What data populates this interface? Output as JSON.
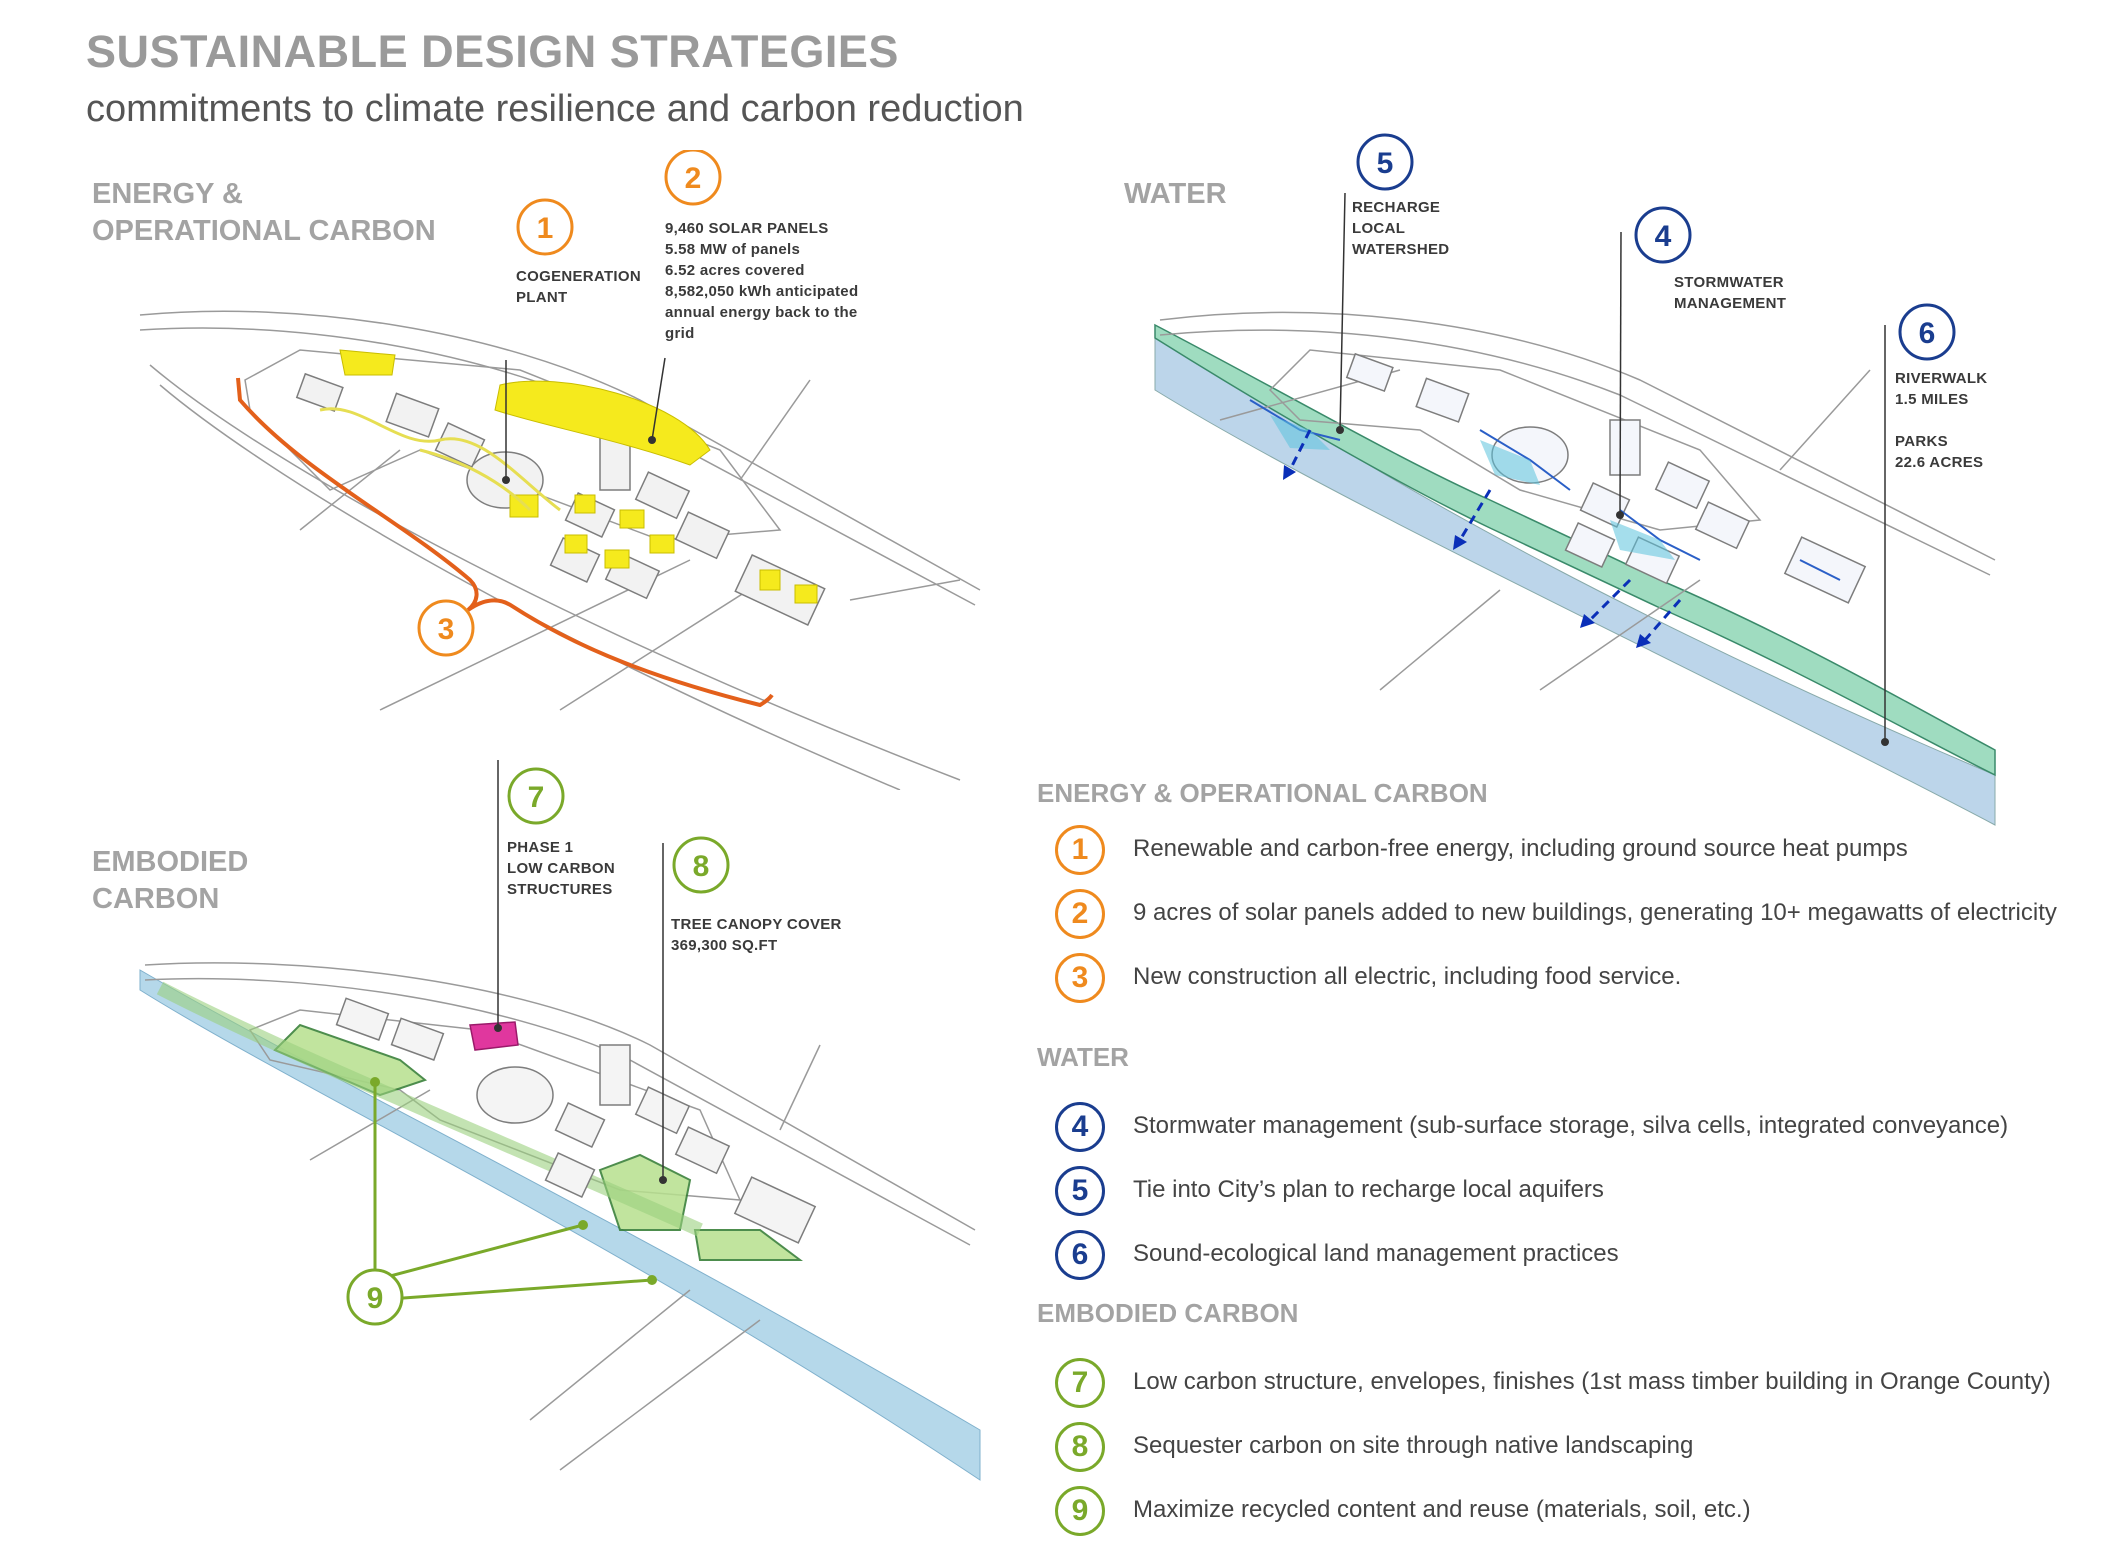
{
  "header": {
    "title": "SUSTAINABLE DESIGN STRATEGIES",
    "subtitle": "commitments to climate resilience and carbon reduction"
  },
  "colors": {
    "orange": "#ef8a1e",
    "blue": "#1a3d8f",
    "green": "#7aa92a",
    "solar_yellow": "#f5ea1d",
    "river_blue": "#bcd5ea",
    "riverwalk_green": "#9fdcc0",
    "timber_magenta": "#e0379e",
    "heading_gray": "#a3a3a3"
  },
  "panels": {
    "energy": {
      "heading_line1": "ENERGY &",
      "heading_line2": "OPERATIONAL CARBON",
      "markers": [
        "1",
        "2",
        "3"
      ],
      "note_1": [
        "COGENERATION",
        "PLANT"
      ],
      "note_2": [
        "9,460 SOLAR PANELS",
        "5.58 MW of panels",
        "6.52 acres covered",
        "8,582,050 kWh anticipated",
        "annual energy back to the",
        "grid"
      ]
    },
    "water": {
      "heading": "WATER",
      "markers": [
        "4",
        "5",
        "6"
      ],
      "note_5": [
        "RECHARGE",
        "LOCAL",
        "WATERSHED"
      ],
      "note_4": [
        "STORMWATER",
        "MANAGEMENT"
      ],
      "note_6": [
        "RIVERWALK",
        "1.5 MILES",
        "",
        "PARKS",
        "22.6 ACRES"
      ]
    },
    "embodied": {
      "heading_line1": "EMBODIED",
      "heading_line2": "CARBON",
      "markers": [
        "7",
        "8",
        "9"
      ],
      "note_7": [
        "PHASE 1",
        "LOW CARBON",
        "STRUCTURES"
      ],
      "note_8": [
        "TREE CANOPY COVER",
        "369,300 SQ.FT"
      ]
    }
  },
  "legend": {
    "energy": {
      "heading": "ENERGY & OPERATIONAL CARBON",
      "items": [
        {
          "num": "1",
          "text": "Renewable and carbon-free energy, including ground source heat pumps"
        },
        {
          "num": "2",
          "text": "9 acres of solar panels added to new buildings, generating 10+ megawatts of electricity"
        },
        {
          "num": "3",
          "text": "New construction all electric, including food service."
        }
      ]
    },
    "water": {
      "heading": "WATER",
      "items": [
        {
          "num": "4",
          "text": "Stormwater management (sub-surface storage, silva cells, integrated conveyance)"
        },
        {
          "num": "5",
          "text": "Tie into City’s plan to recharge local aquifers"
        },
        {
          "num": "6",
          "text": "Sound-ecological land management practices"
        }
      ]
    },
    "embodied": {
      "heading": "EMBODIED CARBON",
      "items": [
        {
          "num": "7",
          "text": "Low carbon structure, envelopes, finishes (1st mass timber building in Orange County)"
        },
        {
          "num": "8",
          "text": "Sequester carbon on site through native landscaping"
        },
        {
          "num": "9",
          "text": "Maximize recycled content and reuse (materials, soil, etc.)"
        }
      ]
    }
  }
}
